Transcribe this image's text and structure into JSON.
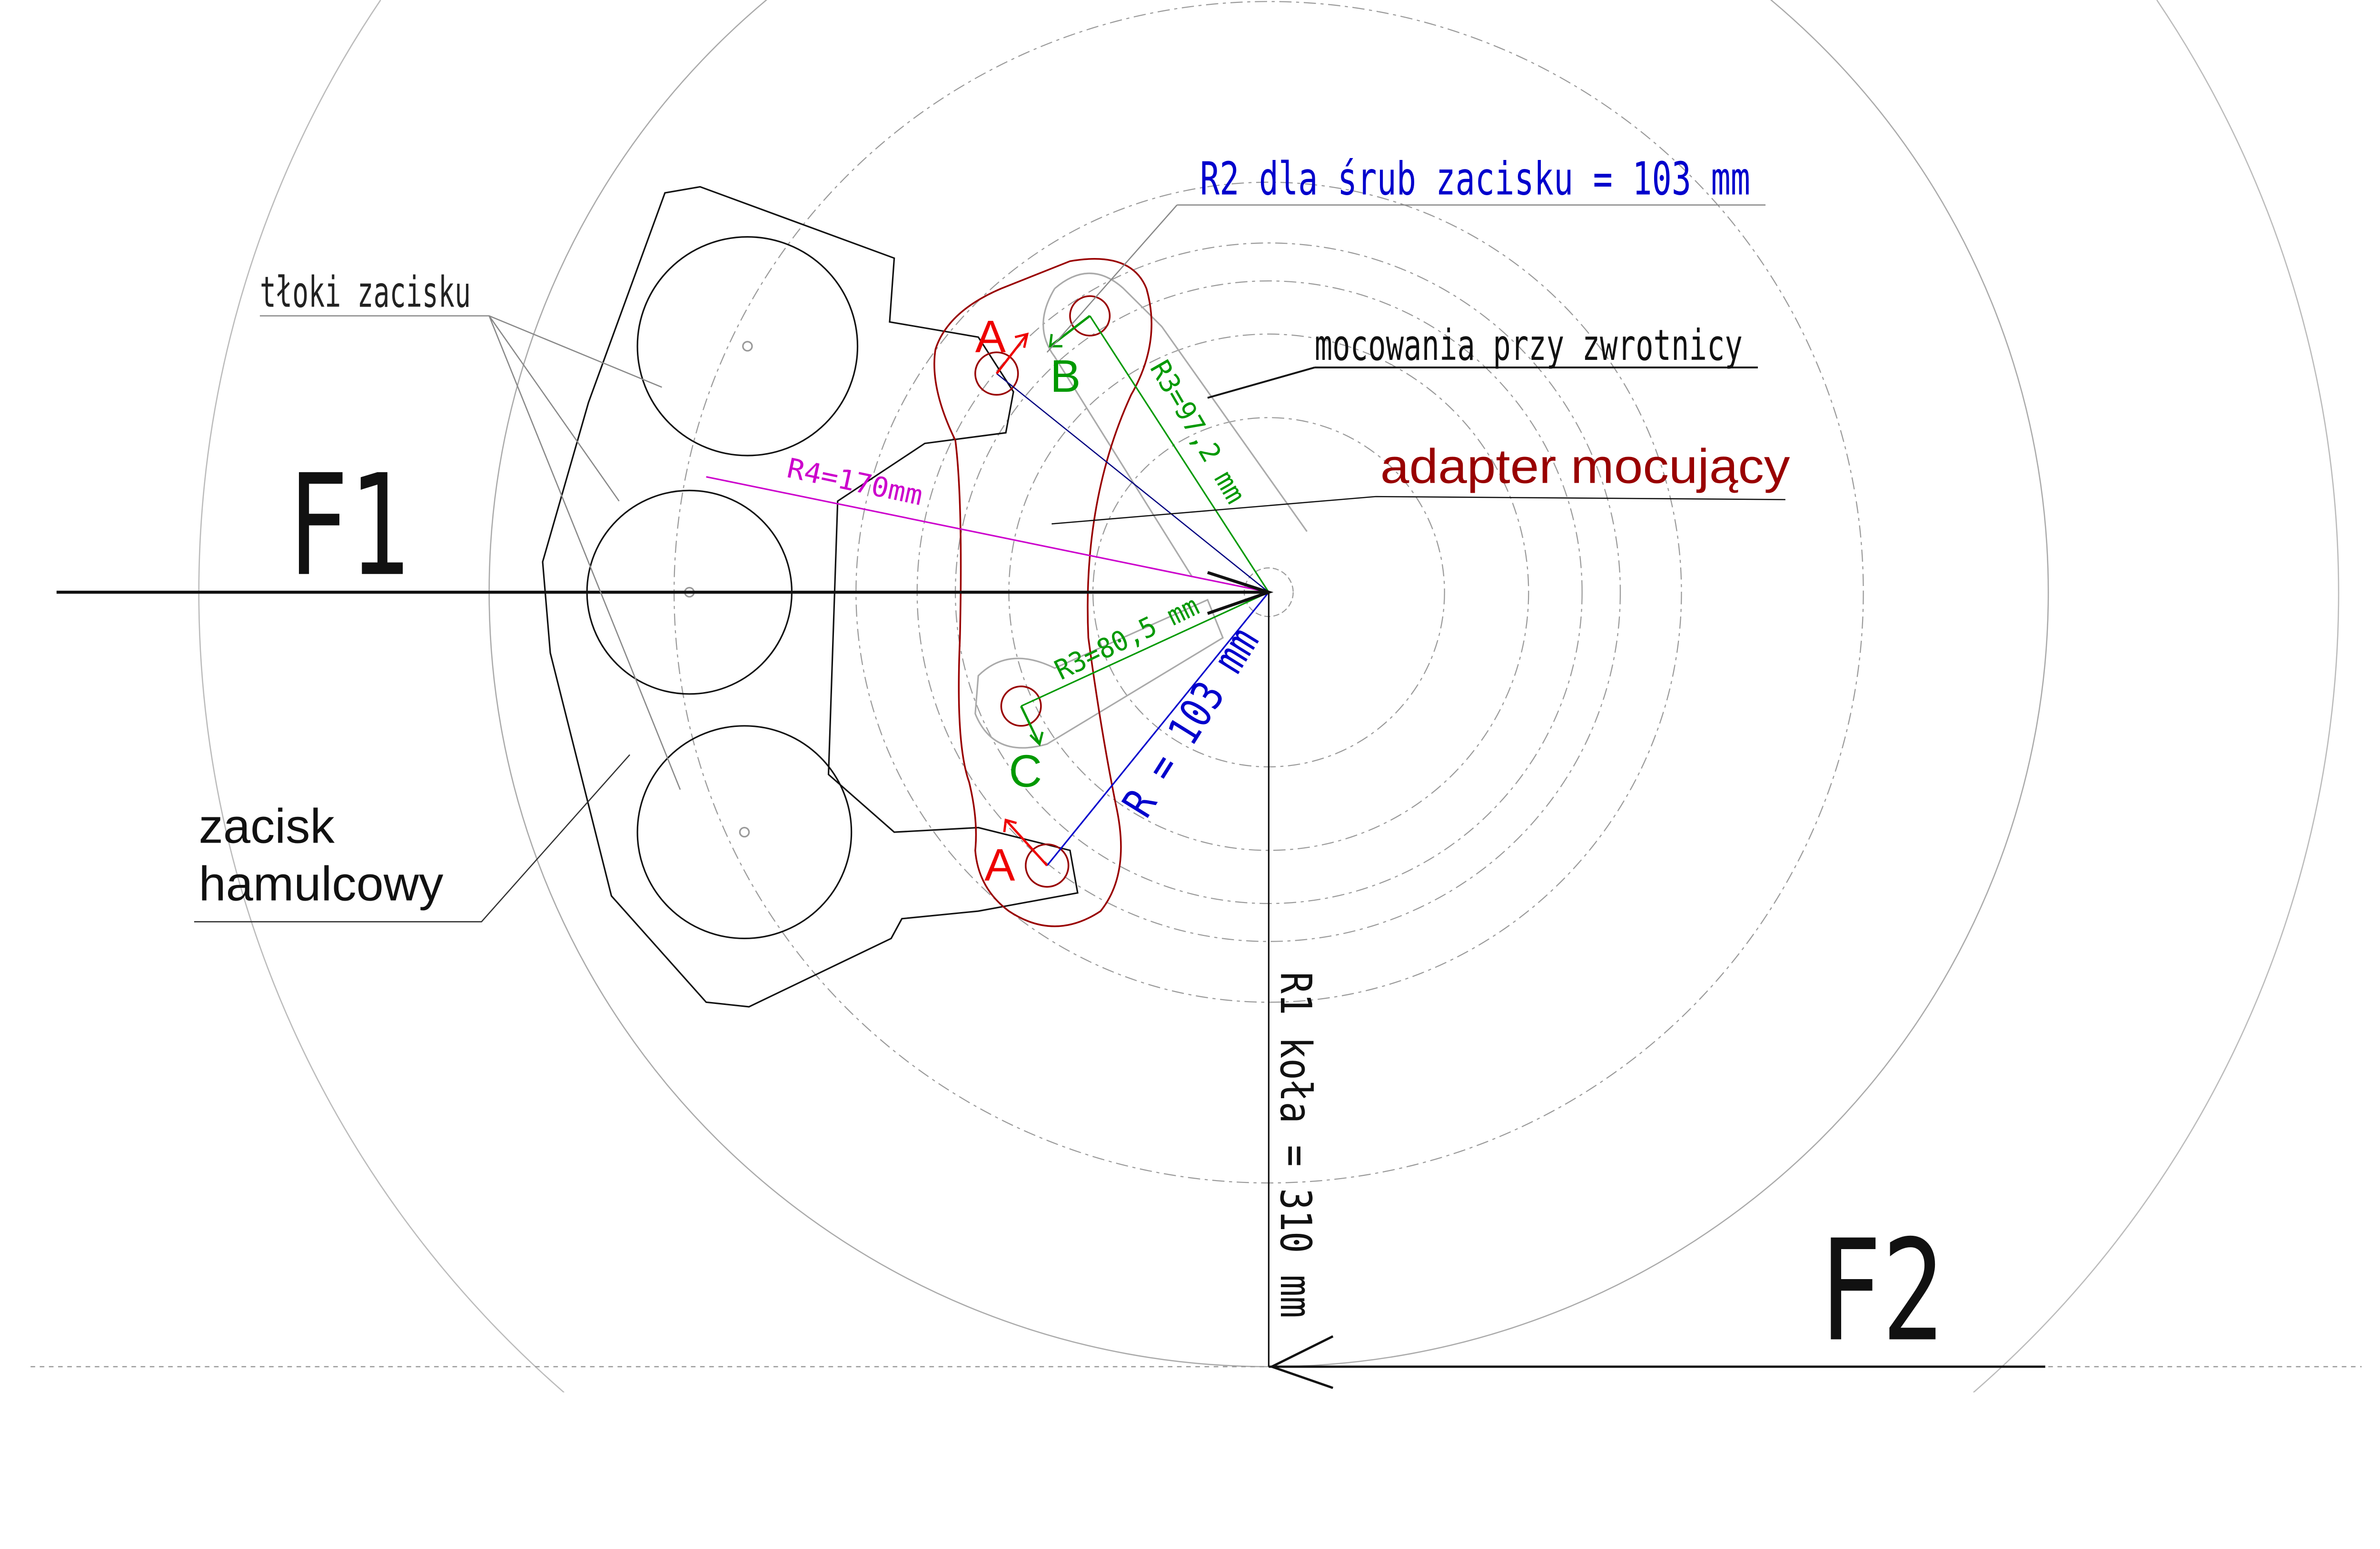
{
  "labels": {
    "f1": "F1",
    "f2": "F2",
    "pistons": "tłoki zacisku",
    "caliper_line1": "zacisk",
    "caliper_line2": "hamulcowy",
    "r2": "R2  dla śrub zacisku = 103 mm",
    "mounts": "mocowania przy zwrotnicy",
    "adapter": "adapter mocujący",
    "r1": "R1  koła = 310 mm",
    "r": "R = 103 mm",
    "r3a": "R3=97,2 mm",
    "r3b": "R3=80,5 mm",
    "r4": "R4=170mm",
    "point_a_top": "A",
    "point_a_bottom": "A",
    "point_b": "B",
    "point_c": "C"
  },
  "colors": {
    "blue": "#0000cc",
    "red": "#ee0000",
    "dark_red": "#990000",
    "green": "#009900",
    "magenta": "#cc00cc",
    "black": "#111111",
    "gray": "#999999"
  }
}
